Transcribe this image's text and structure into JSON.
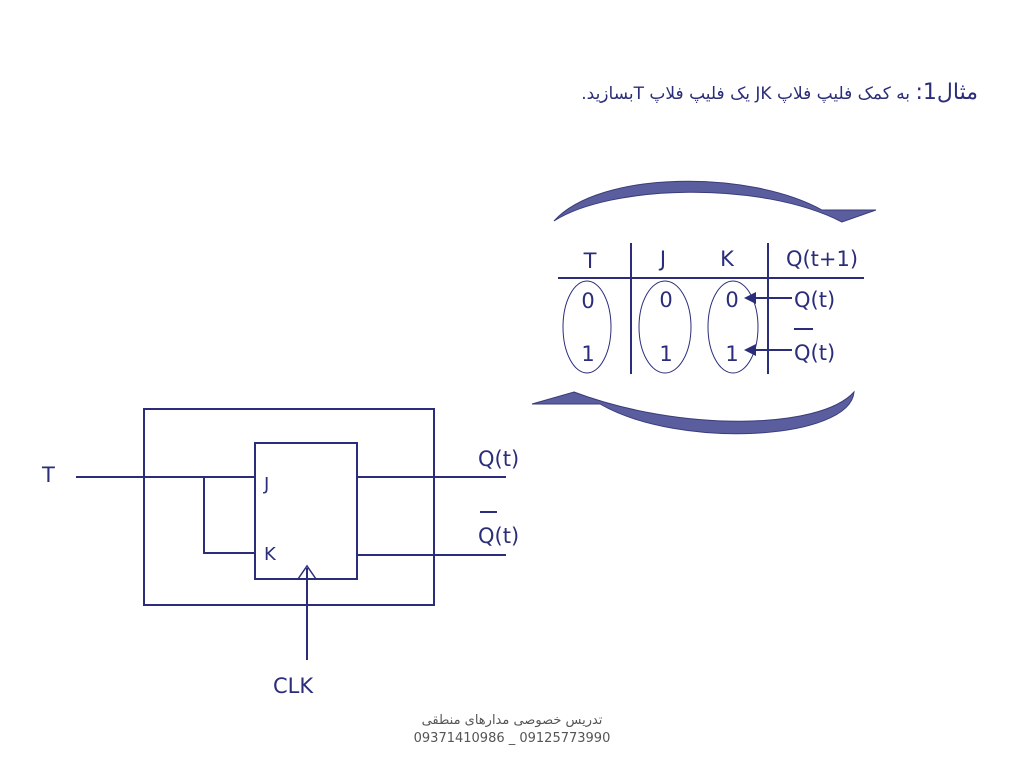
{
  "title": {
    "lead": "مثال1:",
    "rest": " به کمک فلیپ فلاپ JK یک فلیپ فلاپ  Tبسازید."
  },
  "table": {
    "headers": [
      "T",
      "J",
      "K",
      "Q(t+1)"
    ],
    "rows": [
      [
        "0",
        "0",
        "0",
        "Q(t)"
      ],
      [
        "1",
        "1",
        "1",
        "Q(t)"
      ]
    ]
  },
  "circuit": {
    "input_label": "T",
    "pin_j": "J",
    "pin_k": "K",
    "output_q": "Q(t)",
    "output_q_bar": "Q(t)",
    "clock_label": "CLK"
  },
  "footer": {
    "line1": "تدریس  خصوصی مدارهای منطقی",
    "line2": "09371410986 _ 09125773990"
  },
  "colors": {
    "ink": "#2b2d7a",
    "arrow_fill": "#5a5e9e",
    "footer_text": "#555555"
  }
}
